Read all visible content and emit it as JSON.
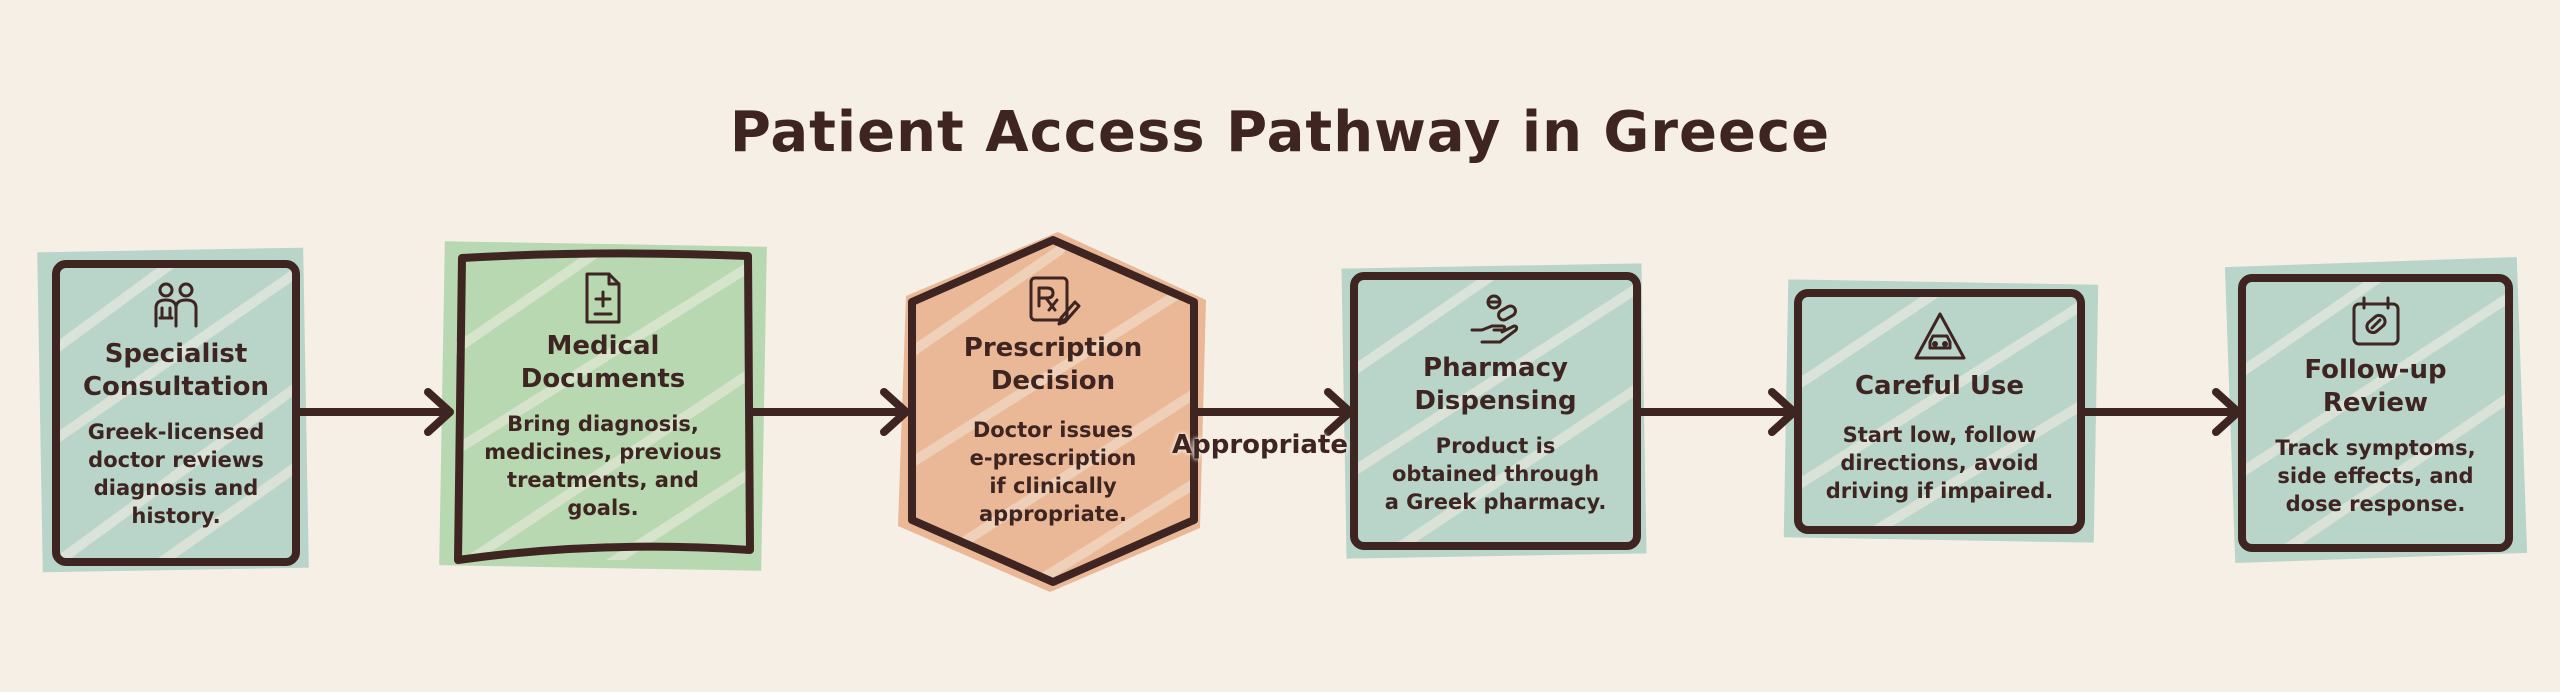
{
  "title": "Patient Access Pathway in Greece",
  "colors": {
    "background": "#f5efe5",
    "ink": "#3e2522",
    "teal": "#b9d4c9",
    "green": "#b7d8b0",
    "orange": "#eab896"
  },
  "nodes": [
    {
      "title": "Specialist Consultation",
      "title_lines": [
        "Specialist",
        "Consultation"
      ],
      "description_lines": [
        "Greek-licensed",
        "doctor reviews",
        "diagnosis and",
        "history."
      ],
      "icon": "doctor-patient-icon"
    },
    {
      "title": "Medical Documents",
      "title_lines": [
        "Medical",
        "Documents"
      ],
      "description_lines": [
        "Bring diagnosis,",
        "medicines, previous",
        "treatments, and",
        "goals."
      ],
      "icon": "medical-document-icon"
    },
    {
      "title": "Prescription Decision",
      "title_lines": [
        "Prescription",
        "Decision"
      ],
      "description_lines": [
        "Doctor issues",
        "e-prescription",
        "if clinically",
        "appropriate."
      ],
      "icon": "prescription-rx-icon"
    },
    {
      "title": "Pharmacy Dispensing",
      "title_lines": [
        "Pharmacy",
        "Dispensing"
      ],
      "description_lines": [
        "Product is",
        "obtained through",
        "a Greek pharmacy."
      ],
      "icon": "hand-pills-icon"
    },
    {
      "title": "Careful Use",
      "title_lines": [
        "Careful Use"
      ],
      "description_lines": [
        "Start low, follow",
        "directions, avoid",
        "driving if impaired."
      ],
      "icon": "car-warning-icon"
    },
    {
      "title": "Follow-up Review",
      "title_lines": [
        "Follow-up",
        "Review"
      ],
      "description_lines": [
        "Track symptoms,",
        "side effects, and",
        "dose response."
      ],
      "icon": "calendar-pill-icon"
    }
  ],
  "edges": [
    {
      "from": "Specialist Consultation",
      "to": "Medical Documents",
      "label": ""
    },
    {
      "from": "Medical Documents",
      "to": "Prescription Decision",
      "label": ""
    },
    {
      "from": "Prescription Decision",
      "to": "Pharmacy Dispensing",
      "label": "Appropriate"
    },
    {
      "from": "Pharmacy Dispensing",
      "to": "Careful Use",
      "label": ""
    },
    {
      "from": "Careful Use",
      "to": "Follow-up Review",
      "label": ""
    }
  ]
}
